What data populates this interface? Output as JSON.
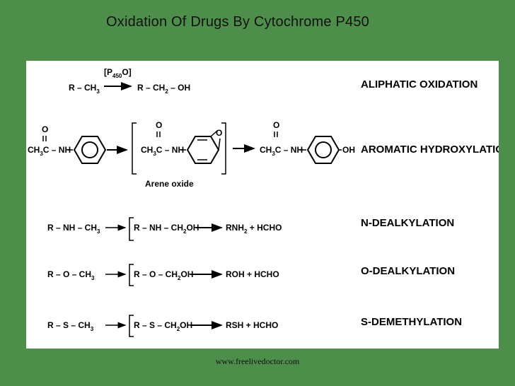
{
  "title": "Oxidation Of Drugs By Cytochrome P450",
  "footer": "www.freelivedoctor.com",
  "colors": {
    "background": "#4d8f4a",
    "panel": "#ffffff",
    "ink": "#000000"
  },
  "reactions": [
    {
      "label": "ALIPHATIC OXIDATION",
      "reagent": "[P450O]",
      "substrate": "R – CH3",
      "product": "R – CH2 – OH"
    },
    {
      "label": "AROMATIC HYDROXYLATION",
      "substrate": "CH3C(=O) – NH – C6H4",
      "intermediate": "CH3C(=O) – NH – arene oxide",
      "intermediate_label": "Arene oxide",
      "product": "CH3C(=O) – NH – C6H4 – OH"
    },
    {
      "label": "N-DEALKYLATION",
      "substrate": "R – NH – CH3",
      "intermediate": "R – NH – CH2OH",
      "products": [
        "RNH2",
        "HCHO"
      ]
    },
    {
      "label": "O-DEALKYLATION",
      "substrate": "R – O – CH3",
      "intermediate": "R – O – CH2OH",
      "products": [
        "ROH",
        "HCHO"
      ]
    },
    {
      "label": "S-DEMETHYLATION",
      "substrate": "R – S – CH3",
      "intermediate": "R – S – CH2OH",
      "products": [
        "RSH",
        "HCHO"
      ]
    }
  ]
}
